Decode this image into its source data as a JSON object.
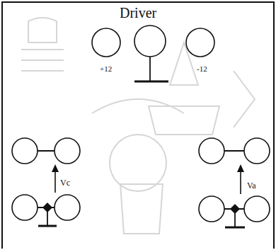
{
  "diagram": {
    "title": "Driver",
    "labels": [
      "+12",
      "-12",
      "Vc",
      "Va"
    ]
  }
}
